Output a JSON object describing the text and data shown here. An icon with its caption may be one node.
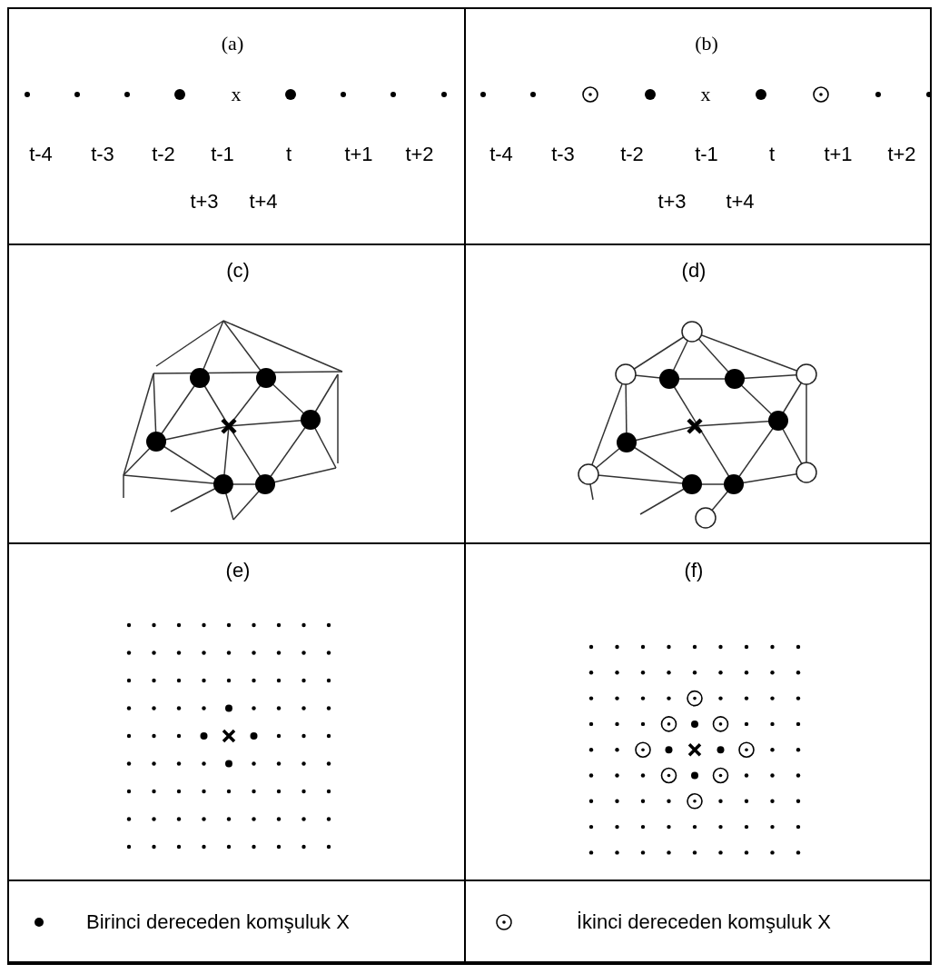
{
  "diagram": {
    "labels": [
      "(a)",
      "x",
      "t-4",
      "t-3",
      "t-2",
      "t-1",
      "t",
      "t+1",
      "t+2",
      "t+3",
      "t+4",
      "(b)",
      "x",
      "t-4",
      "t-3",
      "t-2",
      "t-1",
      "t",
      "t+1",
      "t+2",
      "t+3",
      "t+4",
      "(c)",
      "(d)",
      "(e)",
      "(f)"
    ],
    "legend": [
      {
        "text": "Birinci dereceden komşuluk X"
      },
      {
        "text": "İkinci dereceden komşuluk X"
      }
    ]
  }
}
